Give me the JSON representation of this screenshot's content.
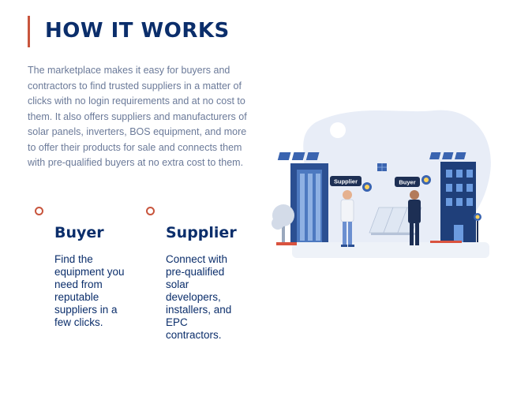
{
  "header": {
    "title": "HOW IT WORKS"
  },
  "intro": {
    "text": "The marketplace makes it easy for buyers and contractors to find trusted suppliers in a matter of clicks with no login requirements and at no cost to them. It also offers suppliers and manufacturers of solar panels, inverters, BOS equipment, and more to offer their products for sale and connects them with pre-qualified buyers at no extra cost to them."
  },
  "cards": [
    {
      "title": "Buyer",
      "text": "Find the equipment you need from reputable suppliers in a few clicks."
    },
    {
      "title": "Supplier",
      "text": "Connect with pre-qualified solar developers, installers, and EPC contractors."
    }
  ],
  "illustration": {
    "supplier_tag": "Supplier",
    "buyer_tag": "Buyer"
  },
  "colors": {
    "navy": "#0b2e6b",
    "accent": "#c8553d",
    "body_text": "#6b7a99",
    "blob": "#e8edf7"
  }
}
